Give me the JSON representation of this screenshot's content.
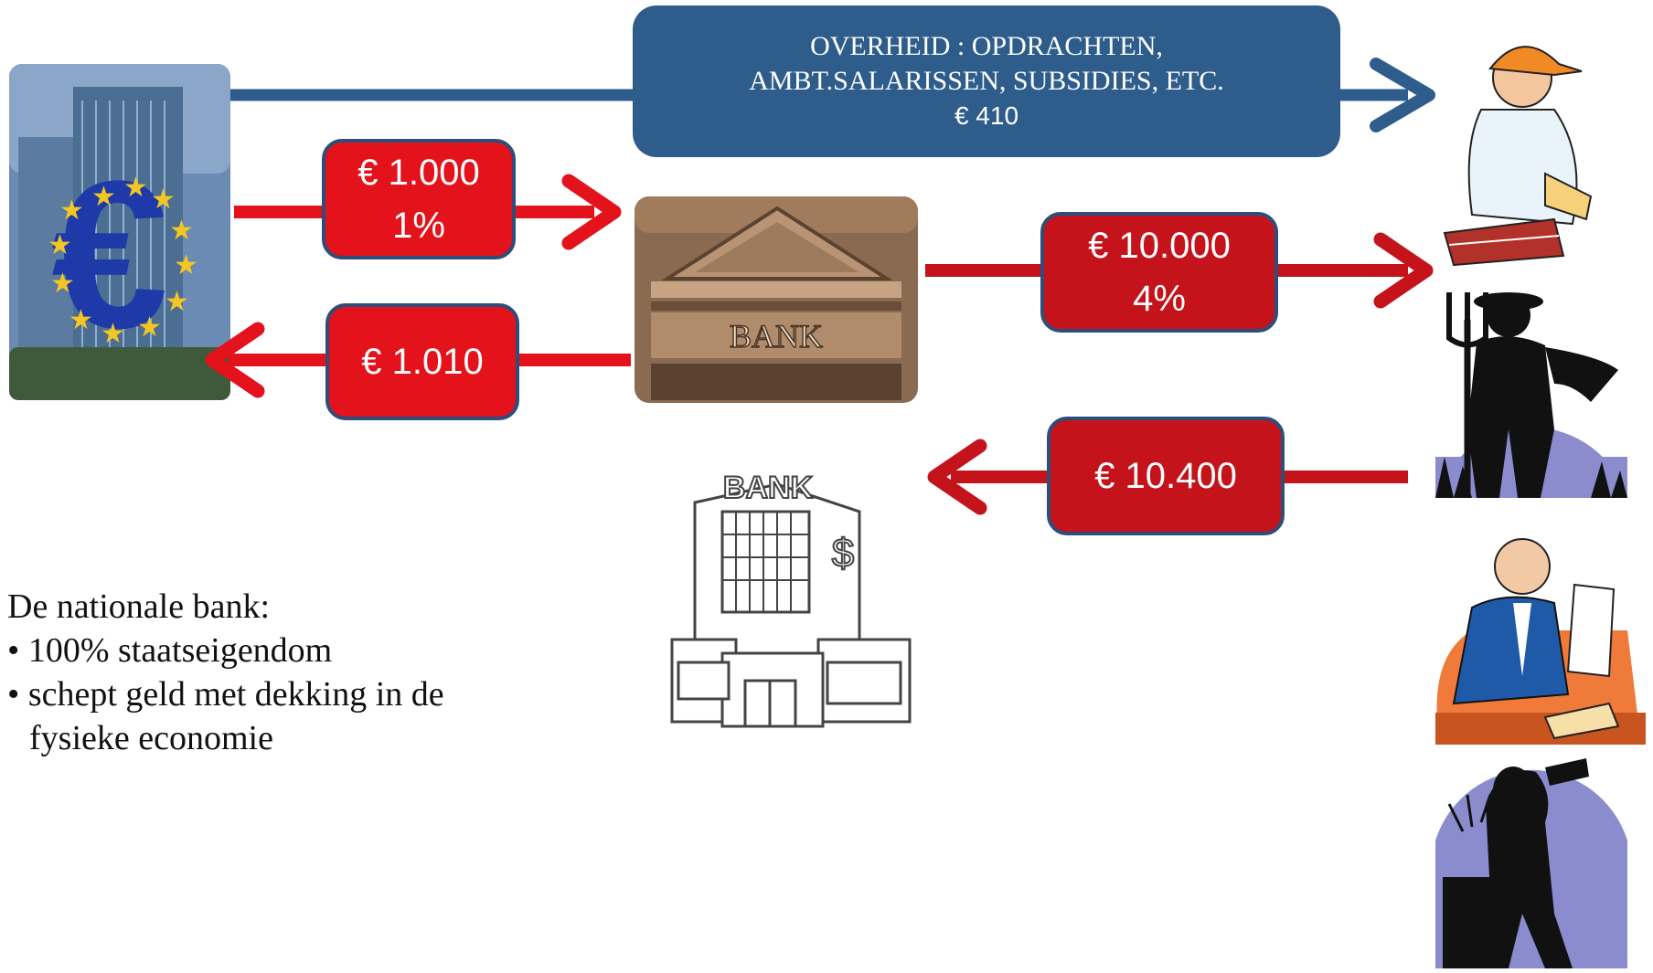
{
  "government": {
    "line1": "OVERHEID :  OPDRACHTEN,",
    "line2": "AMBT.SALARISSEN, SUBSIDIES, ETC.",
    "amount": "€ 410"
  },
  "flows": {
    "central_to_bank": {
      "amount": "€ 1.000",
      "rate": "1%"
    },
    "bank_to_central": {
      "amount": "€ 1.010"
    },
    "bank_to_public": {
      "amount": "€ 10.000",
      "rate": "4%"
    },
    "public_to_bank": {
      "amount": "€ 10.400"
    }
  },
  "bank_facade_sign": "BANK",
  "bank_building_sign": "BANK",
  "info": {
    "title": "De nationale bank:",
    "items": [
      "100% staatseigendom",
      "schept geld met dekking in de",
      "fysieke economie"
    ]
  },
  "colors": {
    "government_blue": "#2e5d8c",
    "arrow_red": "#e3121b",
    "arrow_dark_red": "#c4131a"
  }
}
